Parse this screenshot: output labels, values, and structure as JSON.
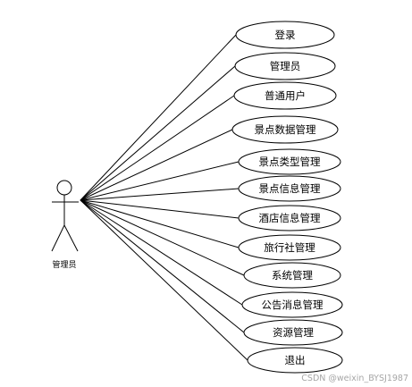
{
  "actor": {
    "label": "管理员"
  },
  "use_cases": [
    {
      "label": "登录"
    },
    {
      "label": "管理员"
    },
    {
      "label": "普通用户"
    },
    {
      "label": "景点数据管理"
    },
    {
      "label": "景点类型管理"
    },
    {
      "label": "景点信息管理"
    },
    {
      "label": "酒店信息管理"
    },
    {
      "label": "旅行社管理"
    },
    {
      "label": "系统管理"
    },
    {
      "label": "公告消息管理"
    },
    {
      "label": "资源管理"
    },
    {
      "label": "退出"
    }
  ],
  "watermark": "CSDN @weixin_BYSJ1987",
  "colors": {
    "line": "#000000",
    "ellipse_fill": "#ffffff",
    "watermark": "#a6a6a6"
  }
}
